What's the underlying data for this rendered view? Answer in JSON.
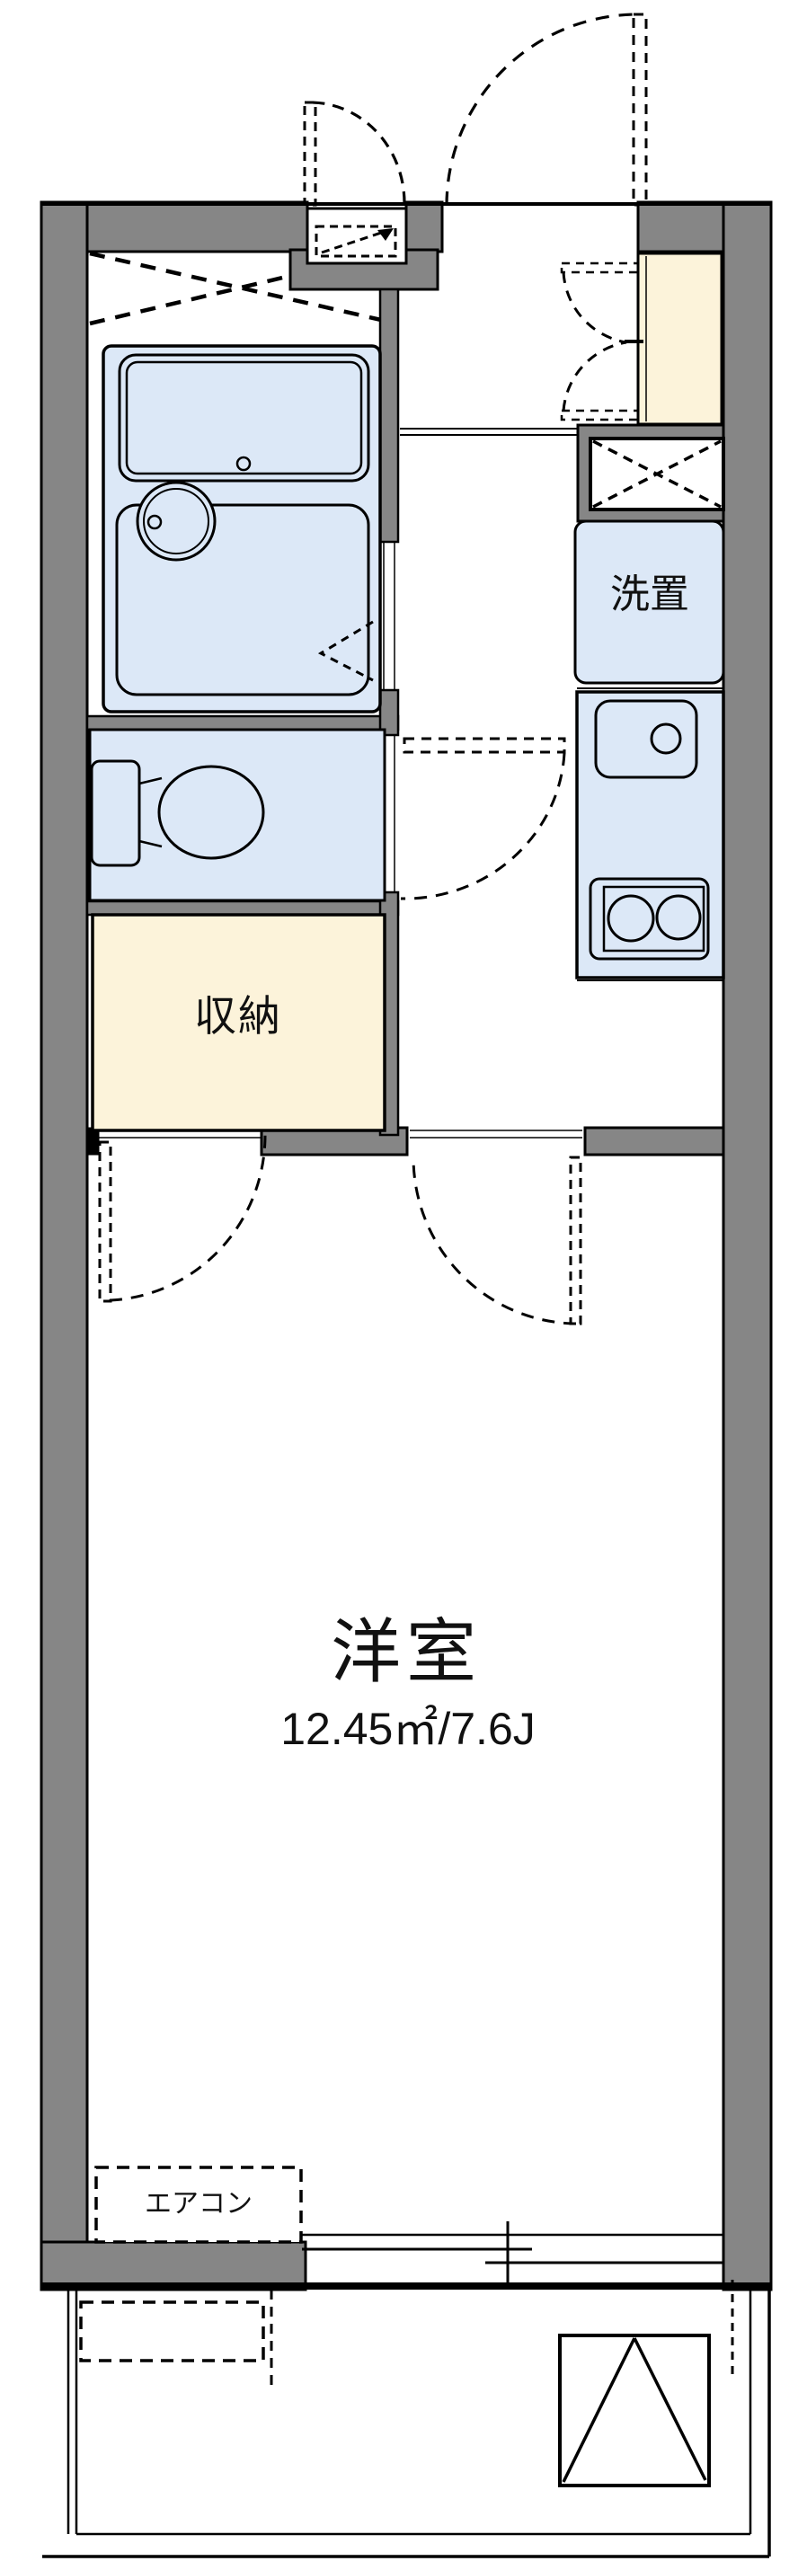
{
  "plan": {
    "type": "japanese-apartment-floor-plan",
    "rooms": {
      "main_room": {
        "label": "洋室",
        "area": "12.45㎡/7.6J"
      },
      "storage": {
        "label": "収納"
      },
      "laundry": {
        "label": "洗置"
      },
      "aircon": {
        "label": "エアコン"
      }
    },
    "colors": {
      "wall_gray": "#868686",
      "fixture_blue": "#dce8f7",
      "cabinet_cream": "#fcf3da",
      "line_black": "#000000",
      "background": "#ffffff"
    }
  }
}
